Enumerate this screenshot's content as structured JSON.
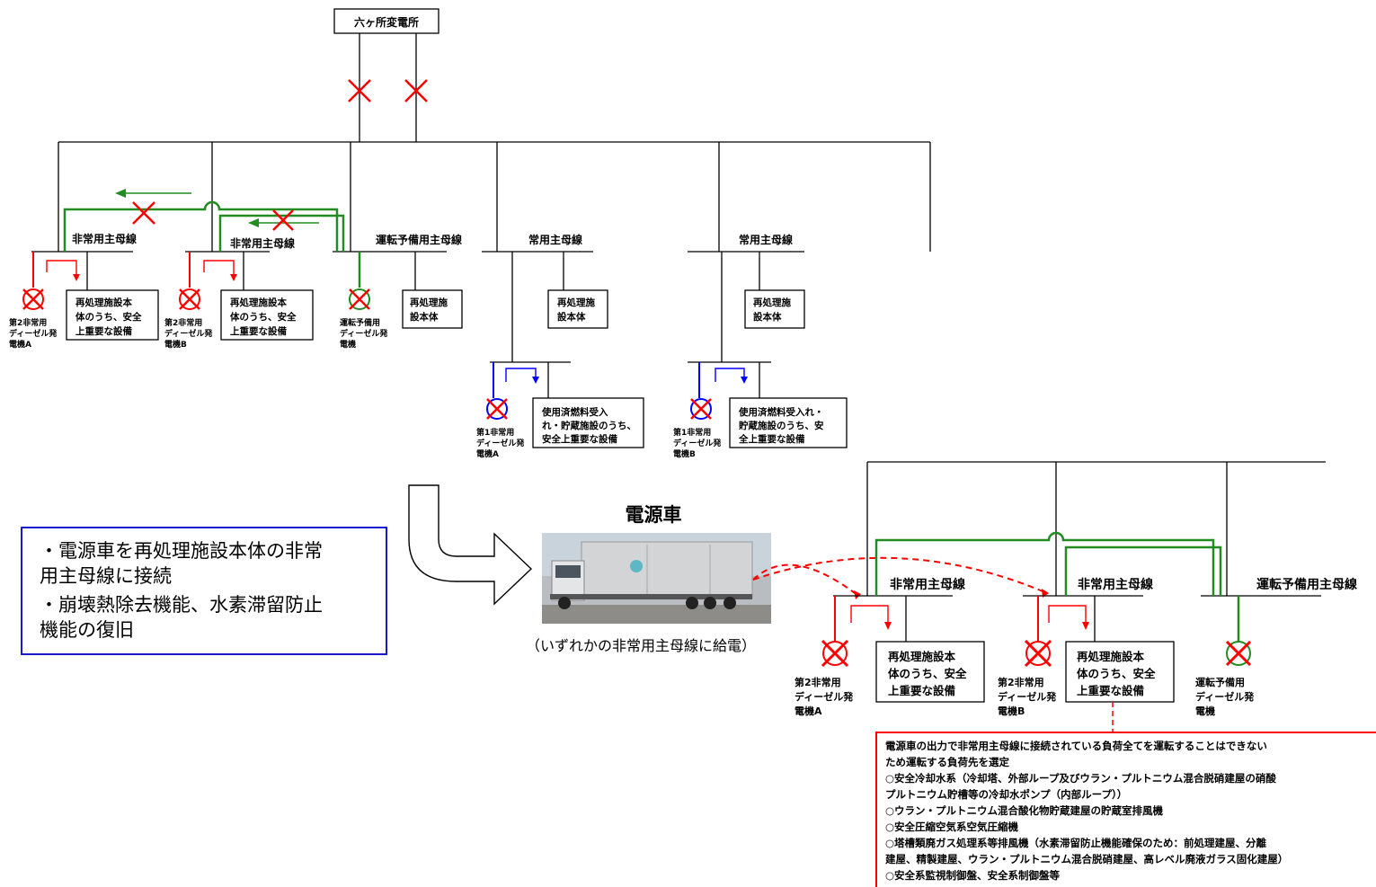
{
  "substation": {
    "label": "六ヶ所変電所"
  },
  "top": {
    "buses": {
      "em_a": "非常用主母線",
      "em_b": "非常用主母線",
      "reserve": "運転予備用主母線",
      "normal_1": "常用主母線",
      "normal_2": "常用主母線"
    },
    "loads": {
      "a": [
        "再処理施設本",
        "体のうち、安全",
        "上重要な設備"
      ],
      "b": [
        "再処理施設本",
        "体のうち、安全",
        "上重要な設備"
      ],
      "reserve": [
        "再処理施",
        "設本体"
      ],
      "normal_1": [
        "再処理施",
        "設本体"
      ],
      "normal_2": [
        "再処理施",
        "設本体"
      ],
      "fuel_a": [
        "使用済燃料受入",
        "れ・貯蔵施設のうち、",
        "安全上重要な設備"
      ],
      "fuel_b": [
        "使用済燃料受入れ・",
        "貯蔵施設のうち、安",
        "全上重要な設備"
      ]
    },
    "generators": {
      "a": [
        "第2非常用",
        "ディーゼル発",
        "電機A"
      ],
      "b": [
        "第2非常用",
        "ディーゼル発",
        "電機B"
      ],
      "reserve": [
        "運転予備用",
        "ディーゼル発",
        "電機"
      ],
      "first_a": [
        "第1非常用",
        "ディーゼル発",
        "電機A"
      ],
      "first_b": [
        "第1非常用",
        "ディーゼル発",
        "電機B"
      ]
    }
  },
  "info_box": {
    "lines": [
      "・電源車を再処理施設本体の非常",
      "用主母線に接続",
      "・崩壊熱除去機能、水素滞留防止",
      "機能の復旧"
    ]
  },
  "power_vehicle": {
    "title": "電源車",
    "caption": "（いずれかの非常用主母線に給電）"
  },
  "bottom": {
    "buses": {
      "em_a": "非常用主母線",
      "em_b": "非常用主母線",
      "reserve": "運転予備用主母線"
    },
    "loads": {
      "a": [
        "再処理施設本",
        "体のうち、安全",
        "上重要な設備"
      ],
      "b": [
        "再処理施設本",
        "体のうち、安全",
        "上重要な設備"
      ]
    },
    "generators": {
      "a": [
        "第2非常用",
        "ディーゼル発",
        "電機A"
      ],
      "b": [
        "第2非常用",
        "ディーゼル発",
        "電機B"
      ],
      "reserve": [
        "運転予備用",
        "ディーゼル発",
        "電機"
      ]
    }
  },
  "note": {
    "lines": [
      "電源車の出力で非常用主母線に接続されている負荷全てを運転することはできない",
      "ため運転する負荷先を選定",
      "○安全冷却水系（冷却塔、外部ループ及びウラン・プルトニウム混合脱硝建屋の硝酸",
      "プルトニウム貯槽等の冷却水ポンプ（内部ループ））",
      "○ウラン・プルトニウム混合酸化物貯蔵建屋の貯蔵室排風機",
      "○安全圧縮空気系空気圧縮機",
      "○塔槽類廃ガス処理系等排風機（水素滞留防止機能確保のため：前処理建屋、分離",
      "建屋、精製建屋、ウラン・プルトニウム混合脱硝建屋、高レベル廃液ガラス固化建屋）",
      "○安全系監視制御盤、安全系制御盤等"
    ]
  },
  "colors": {
    "red": "#ff0000",
    "green": "#228b22",
    "blue": "#0000ff",
    "black": "#000000",
    "info_border": "#0000cc"
  },
  "icons": {
    "fault": "x-mark-icon",
    "generator": "circle-generator-icon",
    "arrow": "flow-arrow-icon"
  }
}
